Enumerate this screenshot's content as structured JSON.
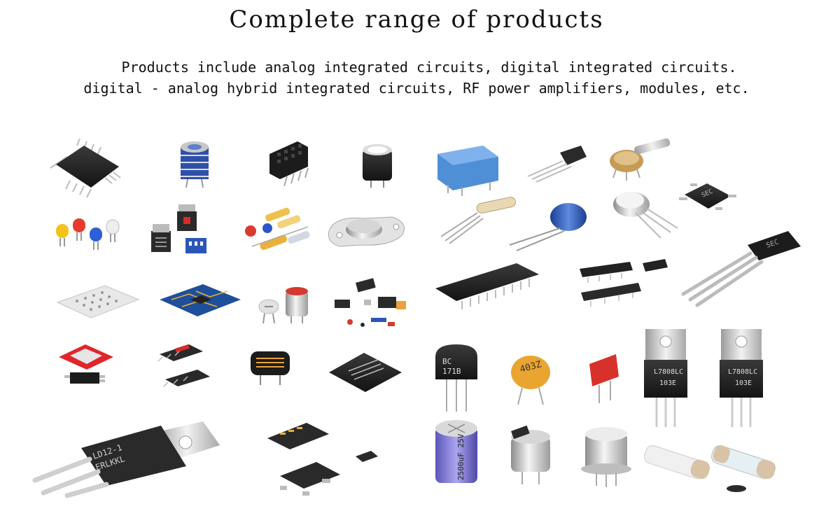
{
  "header": {
    "title": "Complete range of products",
    "description_line1": "   Products include analog integrated circuits, digital integrated circuits.",
    "description_line2": "digital - analog hybrid integrated circuits, RF power amplifiers, modules, etc."
  },
  "markings": {
    "regulator_large_line1": "LD12-1",
    "regulator_large_line2": "ERLKKL",
    "regulator_right1_line1": "L7808LC",
    "regulator_right1_line2": "103E",
    "regulator_right2_line1": "L7808LC",
    "regulator_right2_line2": "103E",
    "transistor_line1": "BC",
    "transistor_line2": "171B",
    "ceramic_cap": "403Z",
    "electrolytic_cap": "2500uF 25V",
    "smd_chip_label": "SEC",
    "power_transistor_label": "SEC"
  },
  "colors": {
    "ic_body": "#2a2a2a",
    "pin_silver": "#c8c8c8",
    "relay_blue": "#4f8fd6",
    "cap_blue": "#3a5fb0",
    "cap_orange": "#e9a52f",
    "film_red": "#d8312b",
    "pcb_blue": "#1f4f9a"
  }
}
